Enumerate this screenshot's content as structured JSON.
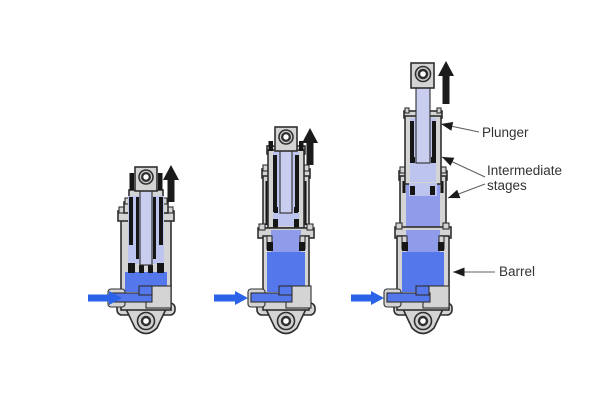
{
  "diagram": {
    "type": "technical-illustration",
    "subject": "Telescopic hydraulic cylinder shown in three states of extension"
  },
  "labels": {
    "plunger": "Plunger",
    "intermediate_stages": "Intermediate stages",
    "barrel": "Barrel"
  },
  "cylinders": [
    {
      "name": "cylinder-retracted",
      "state": "retracted",
      "motion_arrow": "up",
      "fluid_inlet_arrow": "right"
    },
    {
      "name": "cylinder-partially-extended",
      "state": "partially extended",
      "motion_arrow": "up",
      "fluid_inlet_arrow": "right"
    },
    {
      "name": "cylinder-fully-extended",
      "state": "fully extended",
      "motion_arrow": "up",
      "fluid_inlet_arrow": "right"
    }
  ],
  "colors": {
    "outline": "#2f2f2f",
    "body": "#d4d4d4",
    "barrel-fluid": "#5577ec",
    "stage-fluid": "#8f9ce9",
    "plunger-fluid": "#bdc4ee",
    "rod": "#c9cdf0",
    "seal": "#161616",
    "inlet-arrow": "#2a63e8",
    "motion-arrow": "#1b1b1b",
    "label-text": "#333333",
    "leader-line": "#606060",
    "bg": "#ffffff"
  }
}
